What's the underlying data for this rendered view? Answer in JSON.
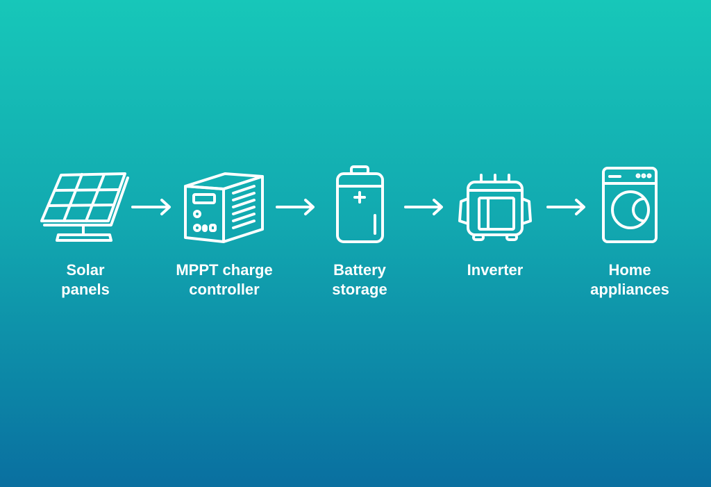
{
  "steps": [
    {
      "line1": "Solar",
      "line2": "panels",
      "icon": "solar-panel-icon"
    },
    {
      "line1": "MPPT charge",
      "line2": "controller",
      "icon": "charge-controller-icon"
    },
    {
      "line1": "Battery",
      "line2": "storage",
      "icon": "battery-icon"
    },
    {
      "line1": "Inverter",
      "line2": "",
      "icon": "inverter-icon"
    },
    {
      "line1": "Home",
      "line2": "appliances",
      "icon": "washing-machine-icon"
    }
  ],
  "colors": {
    "gradient_top": "#17c7b9",
    "gradient_bottom": "#0a6fa0",
    "foreground": "#ffffff"
  }
}
